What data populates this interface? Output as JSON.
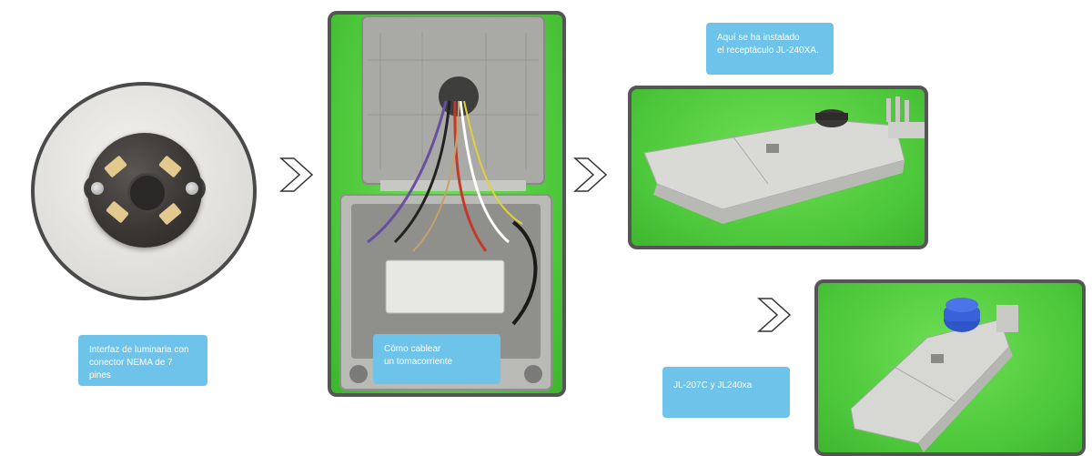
{
  "captions": {
    "nema": {
      "line1": "Interfaz de luminaria con",
      "line2": "conector NEMA de 7 pines"
    },
    "wiring": {
      "line1": "Cómo cablear",
      "line2": "un tomacorriente"
    },
    "installed": {
      "line1": "Aquí se ha instalado",
      "line2": "el receptáculo JL-240XA."
    },
    "models": {
      "line1": "JL-207C y JL240xa"
    }
  },
  "colors": {
    "caption_bg": "#6ec3ea",
    "frame_border": "#555555",
    "backdrop_green": "#4cc63a"
  },
  "icons": [
    "chevron-right-icon",
    "chevron-right-icon",
    "chevron-right-icon"
  ]
}
